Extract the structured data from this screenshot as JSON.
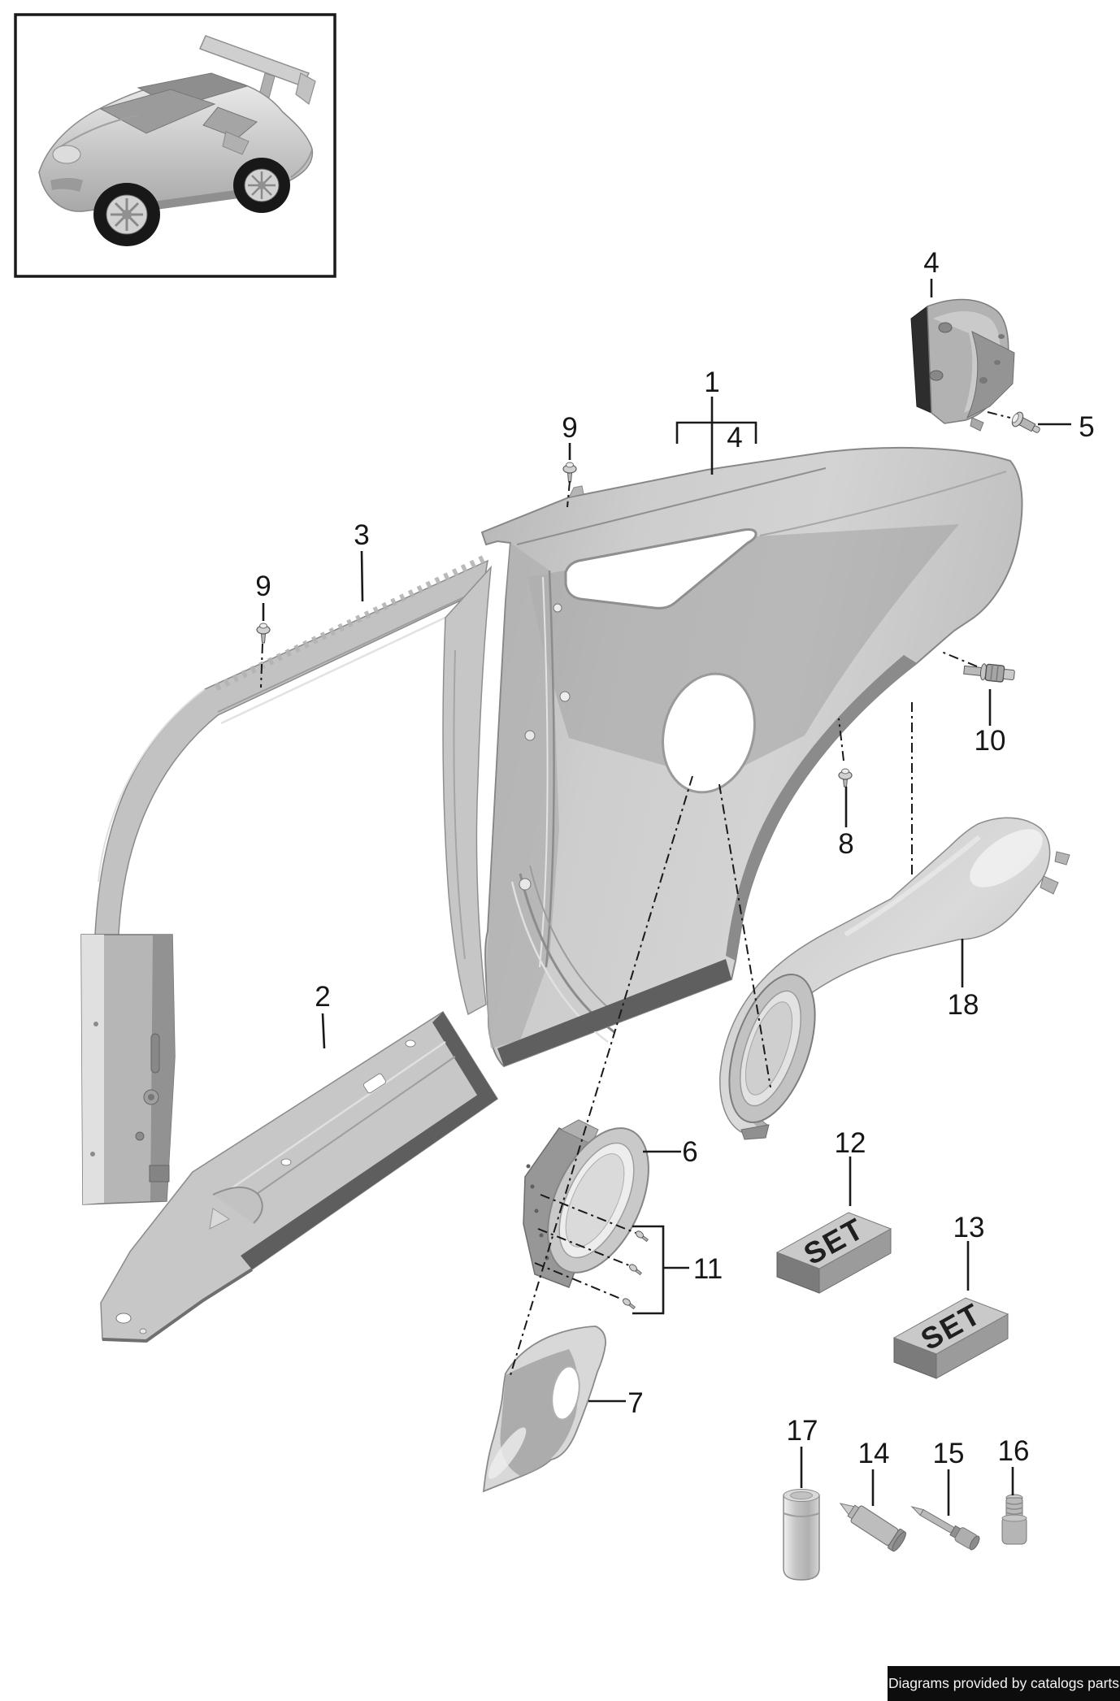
{
  "footer": {
    "text": "Diagrams provided by catalogs parts"
  },
  "callouts": {
    "c1": "1",
    "c2": "2",
    "c3": "3",
    "c4_top": "4",
    "c4_sub": "4",
    "c5": "5",
    "c6": "6",
    "c7": "7",
    "c8": "8",
    "c9_left": "9",
    "c9_center": "9",
    "c10": "10",
    "c11": "11",
    "c12": "12",
    "c13": "13",
    "c14": "14",
    "c15": "15",
    "c16": "16",
    "c17": "17",
    "c18": "18"
  },
  "kit_labels": {
    "set_12": "SET",
    "set_13": "SET"
  },
  "colors": {
    "line": "#1a1a1a",
    "panel_light": "#d4d4d4",
    "panel_mid": "#bcbcbc",
    "panel_dark": "#8f8f8f",
    "footer_bg": "#0d0d0d",
    "footer_text": "#f2f2f2"
  }
}
